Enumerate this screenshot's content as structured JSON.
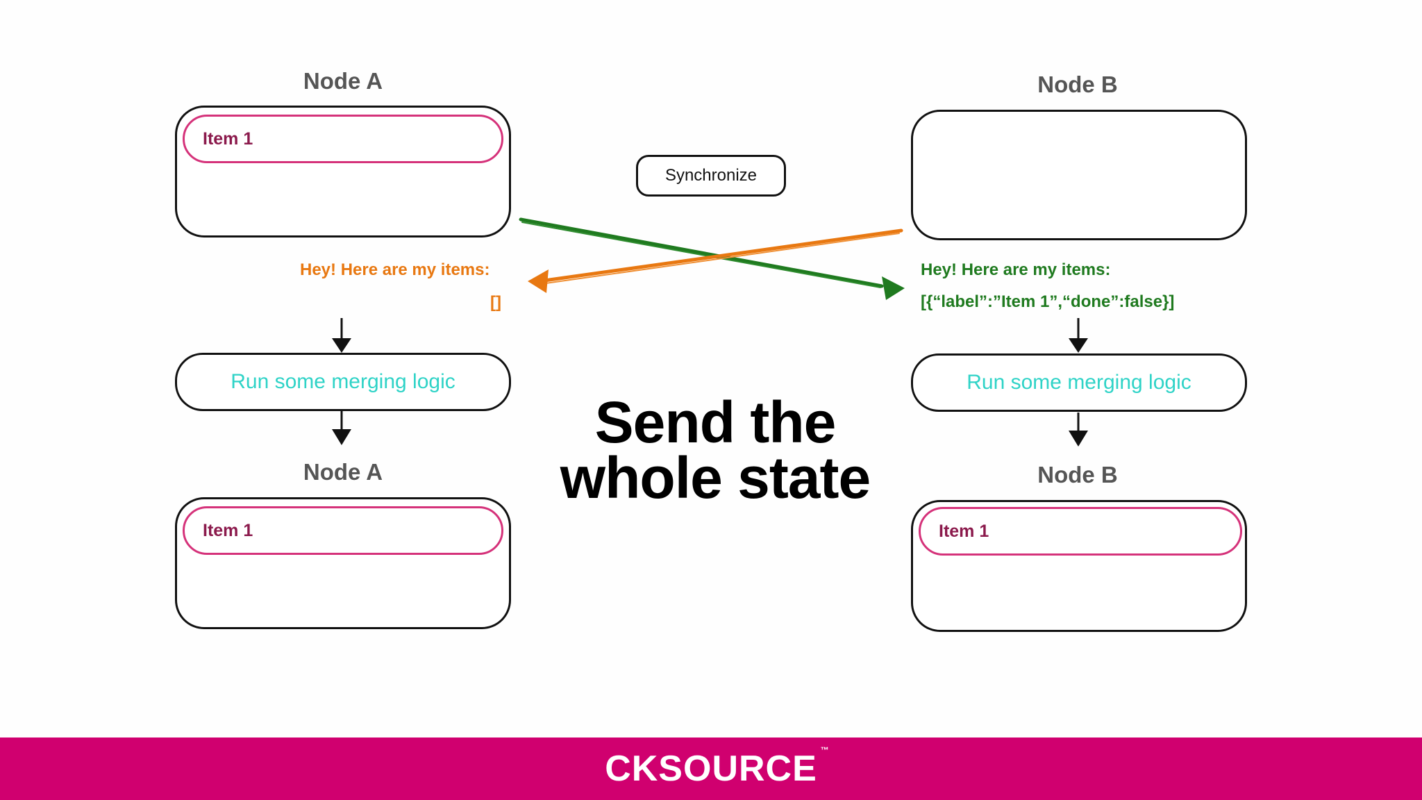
{
  "node_a": {
    "title_top": "Node A",
    "item_top": "Item 1",
    "message": "Hey! Here are my items:",
    "payload": "[]",
    "merge_label": "Run some merging logic",
    "title_bottom": "Node A",
    "item_bottom": "Item 1"
  },
  "node_b": {
    "title_top": "Node B",
    "message": "Hey! Here are my items:",
    "payload": "[{“label”:”Item 1”,“done”:false}]",
    "merge_label": "Run some merging logic",
    "title_bottom": "Node B",
    "item_bottom": "Item 1"
  },
  "sync_button_label": "Synchronize",
  "headline_line1": "Send the",
  "headline_line2": "whole state",
  "footer": {
    "logo": "CKSOURCE",
    "trademark": "™"
  },
  "colors": {
    "brand": "#d0006f",
    "orange_message": "#e87811",
    "green_message": "#1f7a1f",
    "merge_text": "#2fd3c7",
    "item_text": "#8b1a4c",
    "item_border": "#d5327a"
  }
}
